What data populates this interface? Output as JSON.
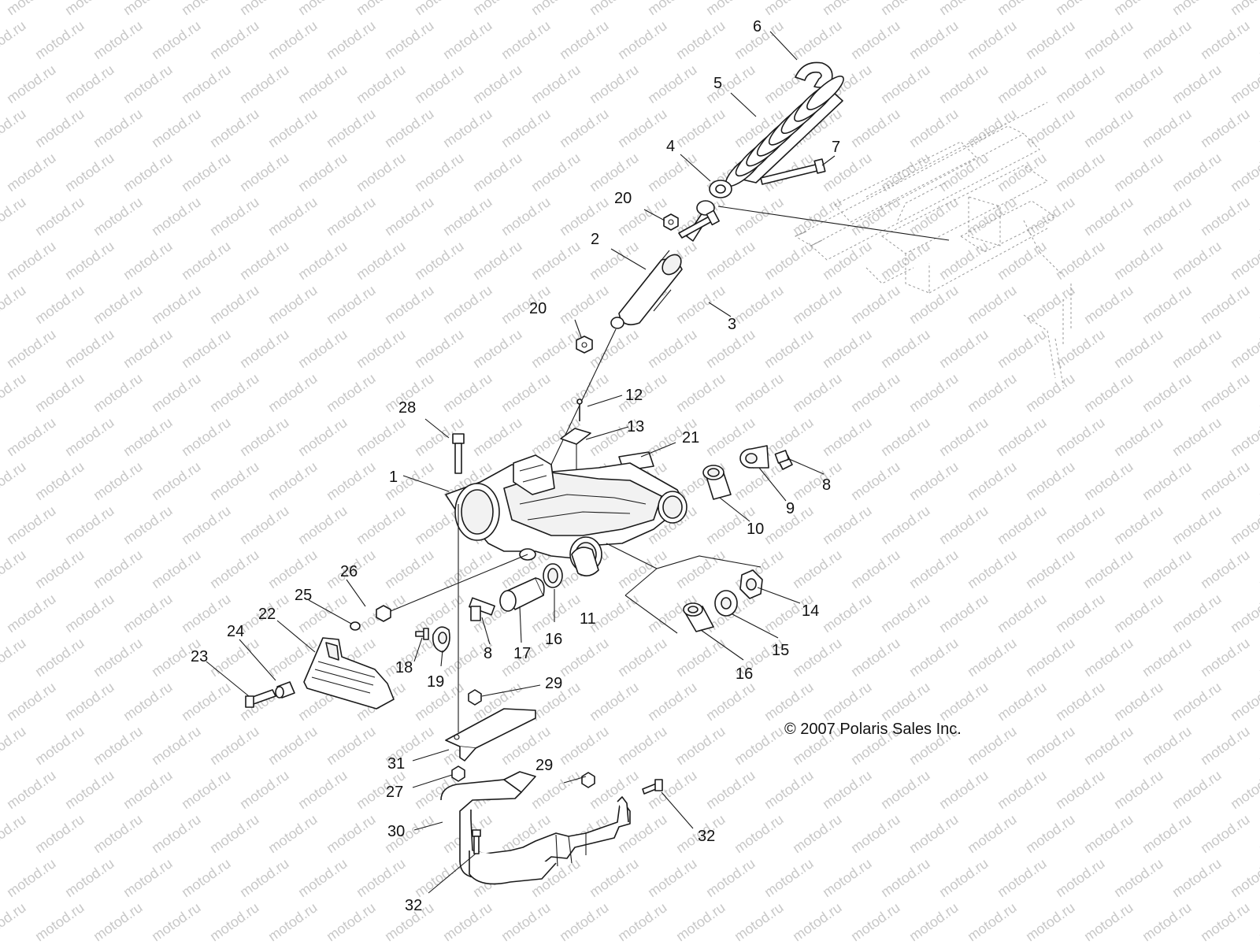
{
  "watermark": {
    "text": "motod.ru"
  },
  "copyright": "© 2007 Polaris Sales Inc.",
  "callouts": [
    {
      "id": "c6",
      "text": "6"
    },
    {
      "id": "c5",
      "text": "5"
    },
    {
      "id": "c7",
      "text": "7"
    },
    {
      "id": "c4",
      "text": "4"
    },
    {
      "id": "c20a",
      "text": "20"
    },
    {
      "id": "c2",
      "text": "2"
    },
    {
      "id": "c20b",
      "text": "20"
    },
    {
      "id": "c3",
      "text": "3"
    },
    {
      "id": "c12",
      "text": "12"
    },
    {
      "id": "c28",
      "text": "28"
    },
    {
      "id": "c13",
      "text": "13"
    },
    {
      "id": "c21",
      "text": "21"
    },
    {
      "id": "c8a",
      "text": "8"
    },
    {
      "id": "c1",
      "text": "1"
    },
    {
      "id": "c9",
      "text": "9"
    },
    {
      "id": "c10",
      "text": "10"
    },
    {
      "id": "c26",
      "text": "26"
    },
    {
      "id": "c25",
      "text": "25"
    },
    {
      "id": "c22",
      "text": "22"
    },
    {
      "id": "c24",
      "text": "24"
    },
    {
      "id": "c23",
      "text": "23"
    },
    {
      "id": "c11",
      "text": "11"
    },
    {
      "id": "c14",
      "text": "14"
    },
    {
      "id": "c16a",
      "text": "16"
    },
    {
      "id": "c17",
      "text": "17"
    },
    {
      "id": "c8b",
      "text": "8"
    },
    {
      "id": "c15",
      "text": "15"
    },
    {
      "id": "c16b",
      "text": "16"
    },
    {
      "id": "c18",
      "text": "18"
    },
    {
      "id": "c19",
      "text": "19"
    },
    {
      "id": "c29a",
      "text": "29"
    },
    {
      "id": "c31",
      "text": "31"
    },
    {
      "id": "c29b",
      "text": "29"
    },
    {
      "id": "c27",
      "text": "27"
    },
    {
      "id": "c30",
      "text": "30"
    },
    {
      "id": "c32a",
      "text": "32"
    },
    {
      "id": "c32b",
      "text": "32"
    }
  ]
}
